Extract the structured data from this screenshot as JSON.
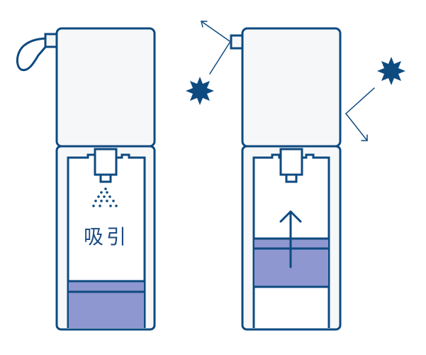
{
  "colors": {
    "stroke": "#0d4a80",
    "body_fill": "#f6f7f8",
    "liquid": "#8e97cf",
    "background": "#ffffff"
  },
  "left_device": {
    "label": "吸引",
    "icons": [
      "spray-mist-icon"
    ],
    "liquid_level": 0.28
  },
  "right_device": {
    "icons": [
      "up-arrow-icon",
      "sparkle-icon",
      "sparkle-icon",
      "split-arrow-icon"
    ],
    "liquid_level": 0.25
  }
}
